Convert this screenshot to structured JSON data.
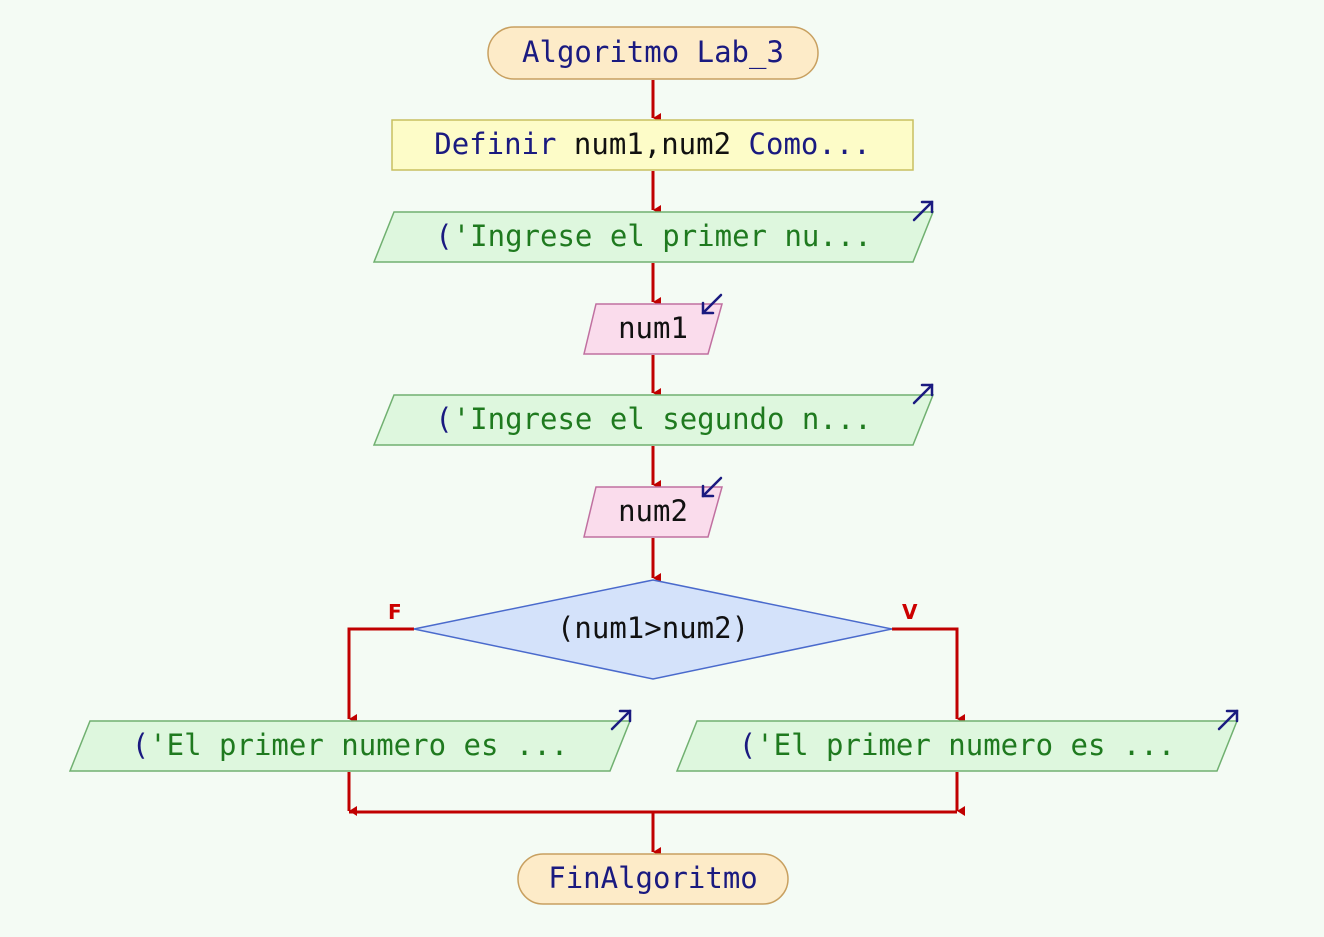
{
  "colors": {
    "background": "#f4fbf4",
    "arrow": "#c00000",
    "terminal_fill": "#fdebc8",
    "terminal_stroke": "#c8a060",
    "process_fill": "#fdfcc8",
    "process_stroke": "#c8c060",
    "output_fill": "#def7de",
    "output_stroke": "#70b070",
    "input_fill": "#fadcec",
    "input_stroke": "#c070a0",
    "decision_fill": "#d4e2fa",
    "decision_stroke": "#4a6acc"
  },
  "flowchart": {
    "start": {
      "keyword": "Algoritmo",
      "name": "Lab_3"
    },
    "define": {
      "keyword1": "Definir",
      "vars": "num1,num2",
      "keyword2": "Como",
      "ellipsis": "..."
    },
    "output1": {
      "paren": "(",
      "text": "'Ingrese el primer nu..."
    },
    "input1": {
      "var": "num1"
    },
    "output2": {
      "paren": "(",
      "text": "'Ingrese el segundo n..."
    },
    "input2": {
      "var": "num2"
    },
    "decision": {
      "text": "(num1>num2)",
      "false_label": "F",
      "true_label": "V"
    },
    "output_false": {
      "paren": "(",
      "text": "'El primer numero es ..."
    },
    "output_true": {
      "paren": "(",
      "text": "'El primer numero es ..."
    },
    "end": {
      "keyword": "FinAlgoritmo"
    }
  }
}
